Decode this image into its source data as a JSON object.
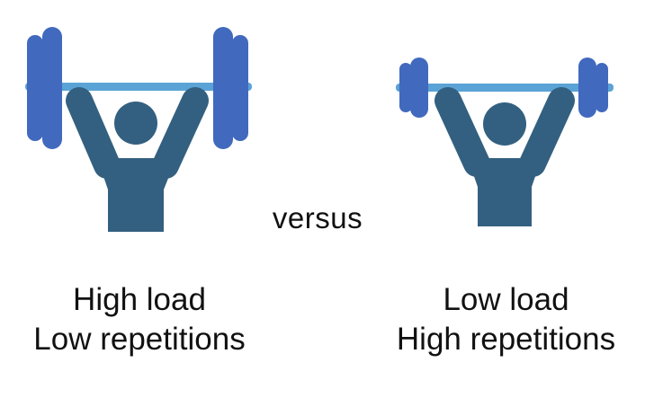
{
  "colors": {
    "plate": "#4169be",
    "bar": "#5aa3d6",
    "figure": "#336080",
    "text": "#111111"
  },
  "icons": {
    "left": "weightlifter-heavy-icon",
    "right": "weightlifter-light-icon"
  },
  "versus_label": "versus",
  "left": {
    "line1": "High load",
    "line2": "Low repetitions"
  },
  "right": {
    "line1": "Low load",
    "line2": "High repetitions"
  }
}
